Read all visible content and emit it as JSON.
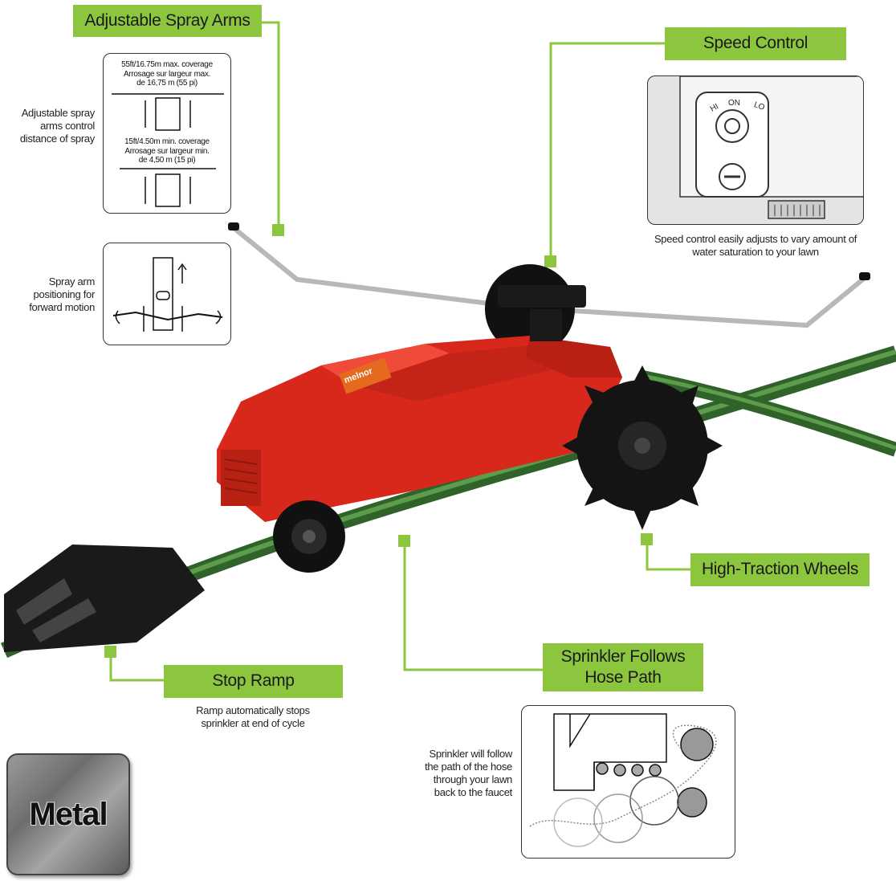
{
  "labels": {
    "spray_arms": "Adjustable Spray Arms",
    "speed_control": "Speed Control",
    "wheels": "High-Traction Wheels",
    "stop_ramp": "Stop Ramp",
    "hose_path": "Sprinkler Follows Hose Path"
  },
  "captions": {
    "spray_arms": "Adjustable spray arms control distance of spray",
    "spray_position": "Spray arm positioning for forward motion",
    "speed_control": "Speed control easily adjusts to vary amount of water saturation to your lawn",
    "stop_ramp": "Ramp automatically stops sprinkler at end of cycle",
    "hose_path": "Sprinkler will follow the path of the hose through your lawn back to the faucet"
  },
  "spray_diagram": {
    "max_en": "55ft/16.75m max. coverage",
    "max_fr_1": "Arrosage sur largeur max.",
    "max_fr_2": "de 16,75 m (55 pi)",
    "min_en": "15ft/4.50m min. coverage",
    "min_fr_1": "Arrosage sur largeur min.",
    "min_fr_2": "de 4,50 m (15 pi)"
  },
  "dial": {
    "hi": "HI",
    "on": "ON",
    "lo": "LO"
  },
  "brand": "melnor",
  "badge": "Metal",
  "colors": {
    "accent_green": "#8cc63f",
    "truck_red": "#d8281c",
    "hose_green": "#3d7a32"
  }
}
